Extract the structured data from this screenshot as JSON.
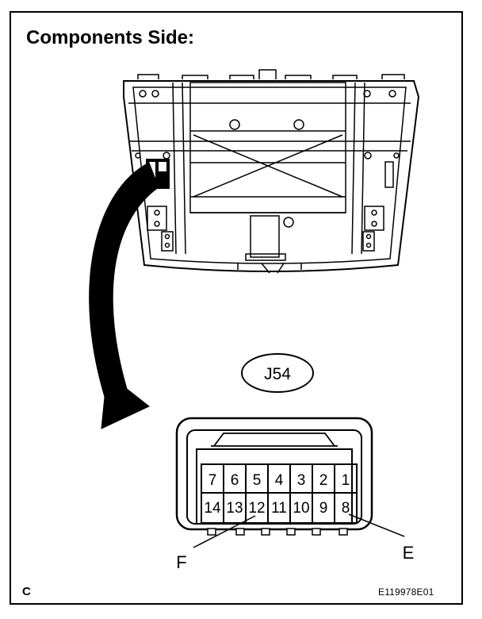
{
  "title": "Components Side:",
  "connector_id": "J54",
  "pins_top": [
    "7",
    "6",
    "5",
    "4",
    "3",
    "2",
    "1"
  ],
  "pins_bottom": [
    "14",
    "13",
    "12",
    "11",
    "10",
    "9",
    "8"
  ],
  "callouts": {
    "left": "F",
    "right": "E"
  },
  "corner_label": "C",
  "figure_id": "E119978E01"
}
